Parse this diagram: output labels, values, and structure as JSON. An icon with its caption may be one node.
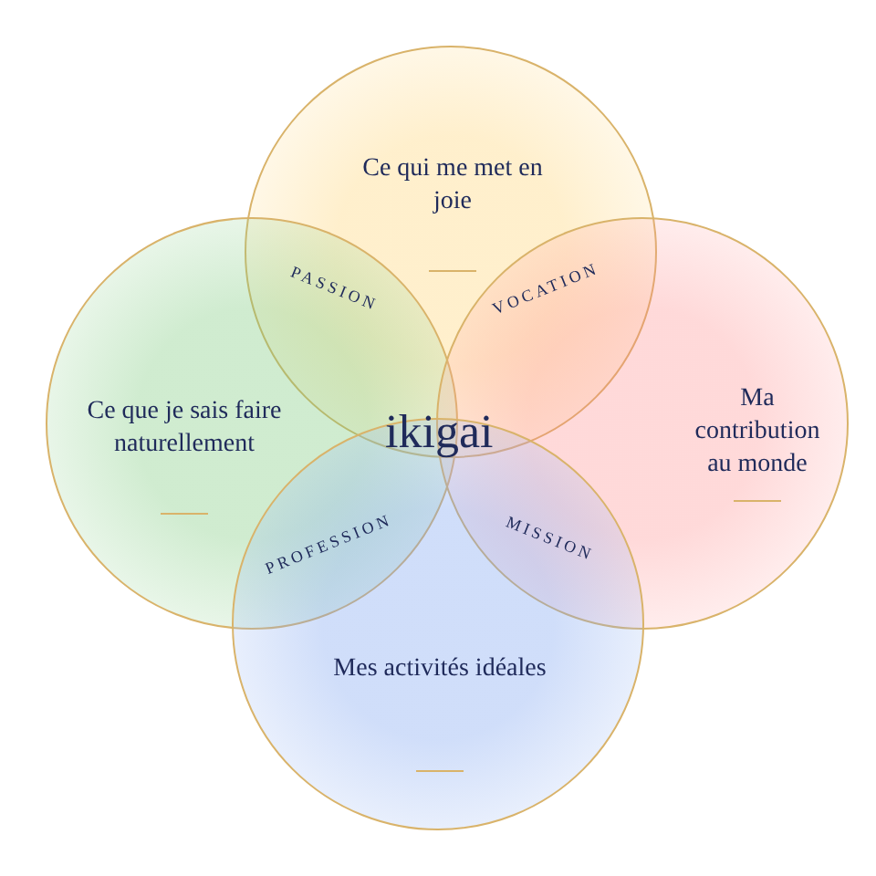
{
  "diagram": {
    "nodes": [
      {
        "text": [
          "Ce qui me met en joie"
        ]
      },
      {
        "text": [
          "Ce que je sais faire naturellement"
        ]
      },
      {
        "text": [
          "Ma contribution au monde"
        ]
      },
      {
        "text": [
          "Mes activités idéales"
        ]
      }
    ],
    "labels": [
      "PASSION",
      "VOCATION",
      "ikigai",
      "PROFESSION",
      "MISSION"
    ]
  }
}
